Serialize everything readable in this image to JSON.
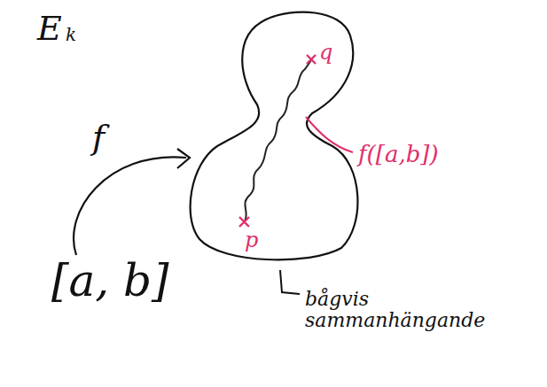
{
  "diagram": {
    "labels": [
      "E",
      "k",
      "f",
      "[a, b]",
      "q",
      "p",
      "f([a,b])",
      "bågvis sammanhängande"
    ]
  }
}
